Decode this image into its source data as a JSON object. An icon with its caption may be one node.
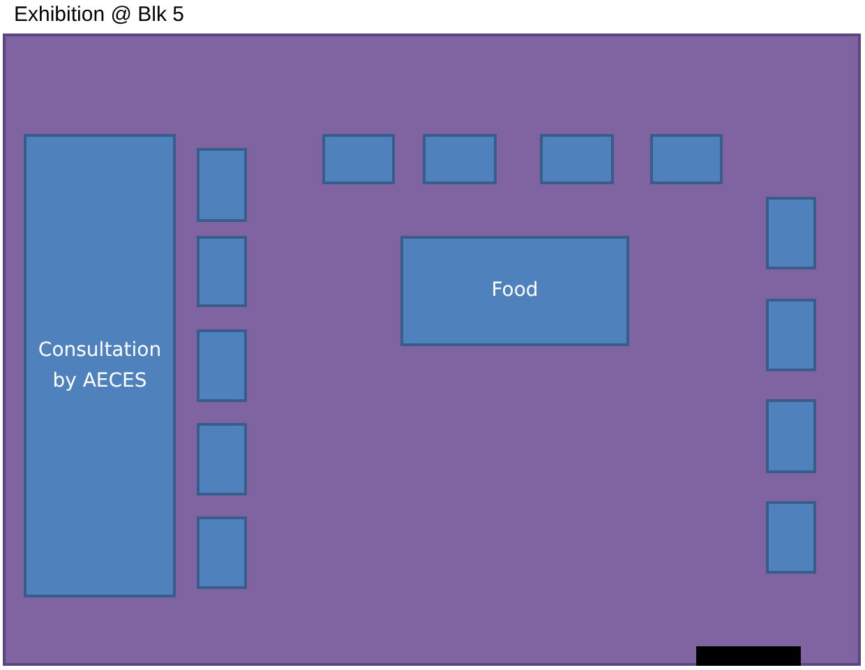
{
  "diagram": {
    "nodes": [
      {
        "text": [
          "Exhibition @ Blk 5"
        ]
      },
      {
        "text": [
          "Consultation by AECES"
        ],
        "in": 0
      },
      {
        "text": [],
        "shape": "box",
        "in": 0
      },
      {
        "text": [],
        "shape": "box",
        "in": 0
      },
      {
        "text": [],
        "shape": "box",
        "in": 0
      },
      {
        "text": [],
        "shape": "box",
        "in": 0
      },
      {
        "text": [],
        "shape": "box",
        "in": 0
      },
      {
        "text": [],
        "shape": "box",
        "in": 0
      },
      {
        "text": [],
        "shape": "box",
        "in": 0
      },
      {
        "text": [],
        "shape": "box",
        "in": 0
      },
      {
        "text": [],
        "shape": "box",
        "in": 0
      },
      {
        "text": [
          "Food"
        ],
        "in": 0
      },
      {
        "text": [],
        "shape": "box",
        "in": 0
      },
      {
        "text": [],
        "shape": "box",
        "in": 0
      },
      {
        "text": [],
        "shape": "box",
        "in": 0
      },
      {
        "text": [],
        "shape": "box",
        "in": 0
      },
      {
        "text": [],
        "shape": "bar",
        "in": 0
      }
    ]
  }
}
